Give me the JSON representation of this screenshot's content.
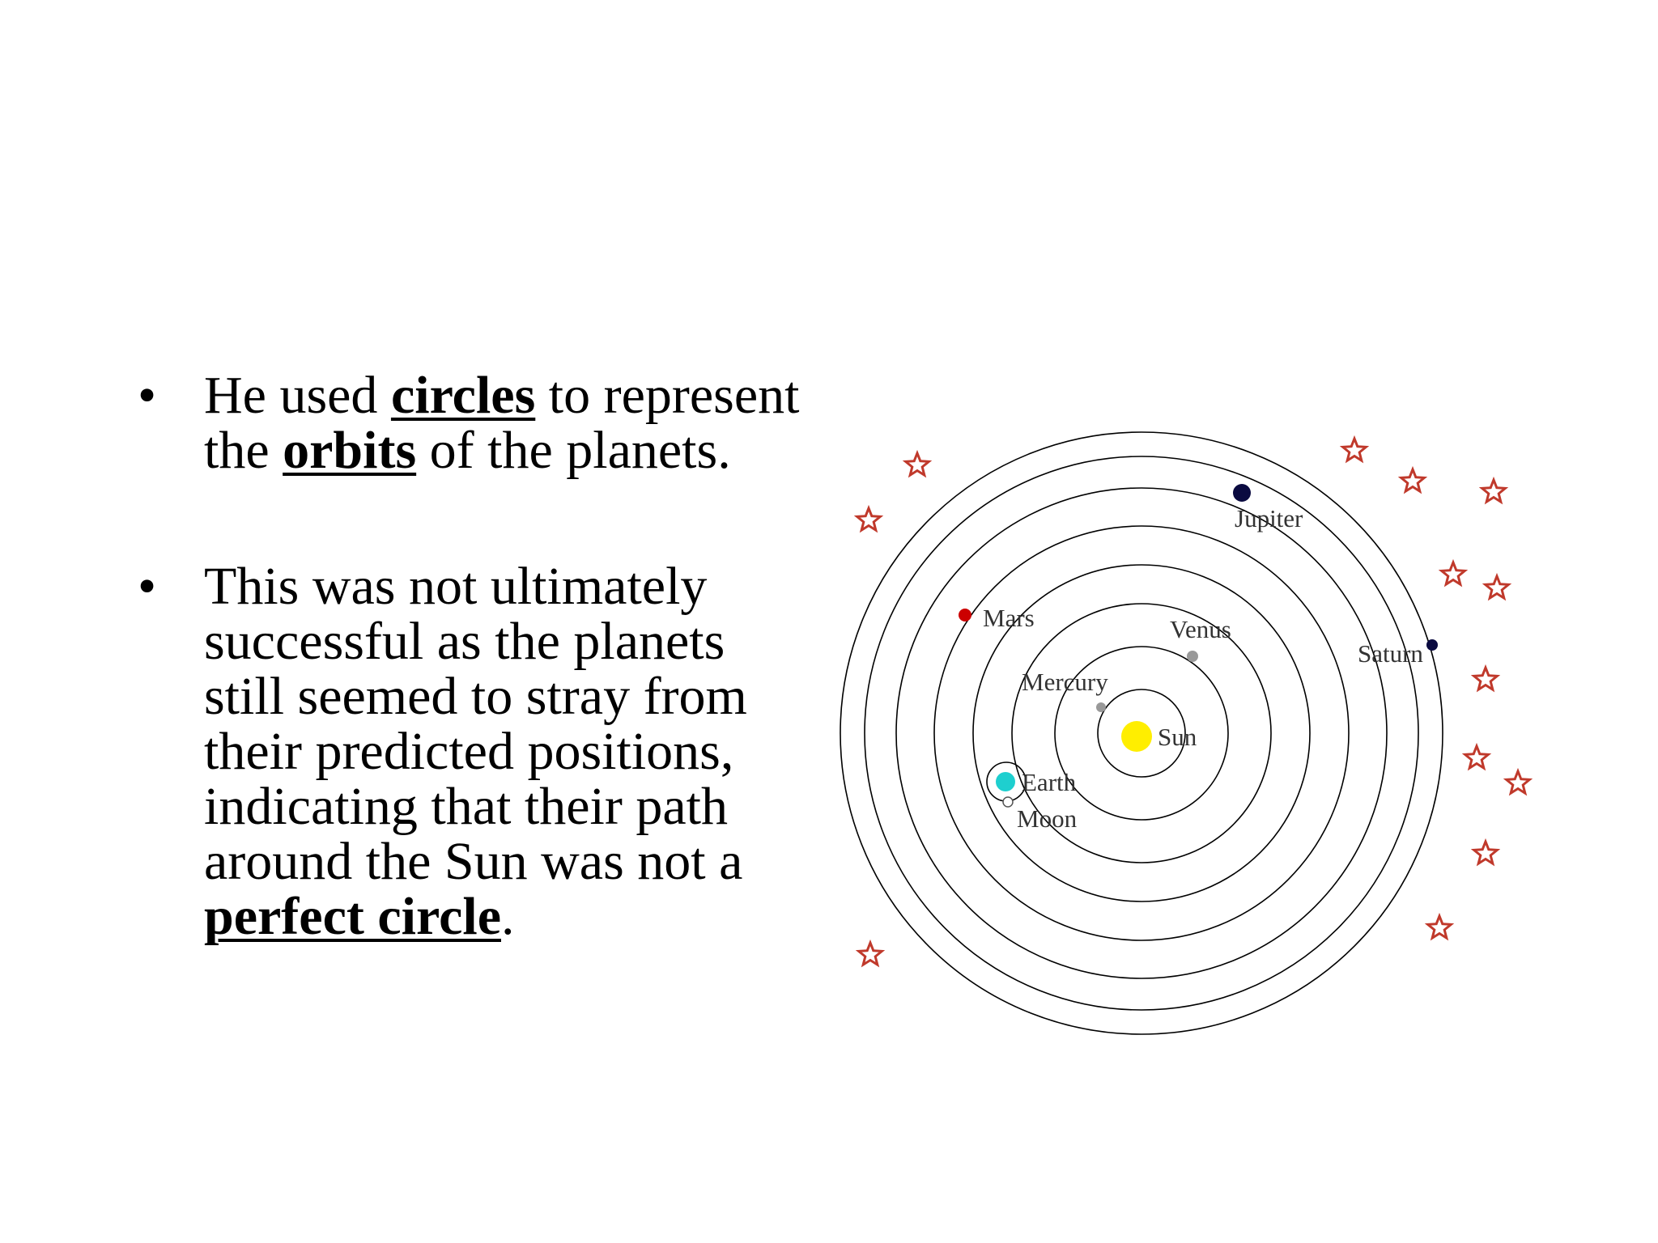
{
  "bullets": [
    {
      "dot": "•",
      "parts": [
        {
          "text": "He used ",
          "emphasis": false
        },
        {
          "text": "circles",
          "emphasis": true
        },
        {
          "text": " to represent the ",
          "emphasis": false
        },
        {
          "text": "orbits",
          "emphasis": true
        },
        {
          "text": " of the planets.",
          "emphasis": false
        }
      ]
    },
    {
      "dot": "•",
      "parts": [
        {
          "text": "This was not ultimately successful as the planets still seemed to stray from their predicted positions, indicating that their path around the Sun was not a ",
          "emphasis": false
        },
        {
          "text": "perfect circle",
          "emphasis": true
        },
        {
          "text": ".",
          "emphasis": false
        }
      ]
    }
  ],
  "diagram": {
    "labels": {
      "sun": "Sun",
      "mercury": "Mercury",
      "venus": "Venus",
      "earth": "Earth",
      "moon": "Moon",
      "mars": "Mars",
      "jupiter": "Jupiter",
      "saturn": "Saturn"
    },
    "colors": {
      "sun": "#ffee00",
      "mercury": "#999999",
      "venus": "#999999",
      "earth": "#1ecfcf",
      "moon": "#ffffff",
      "mars": "#cc0000",
      "jupiter": "#0a0a40",
      "saturn": "#0a0a40",
      "orbit": "#000000",
      "stars": "#c0392b"
    }
  }
}
